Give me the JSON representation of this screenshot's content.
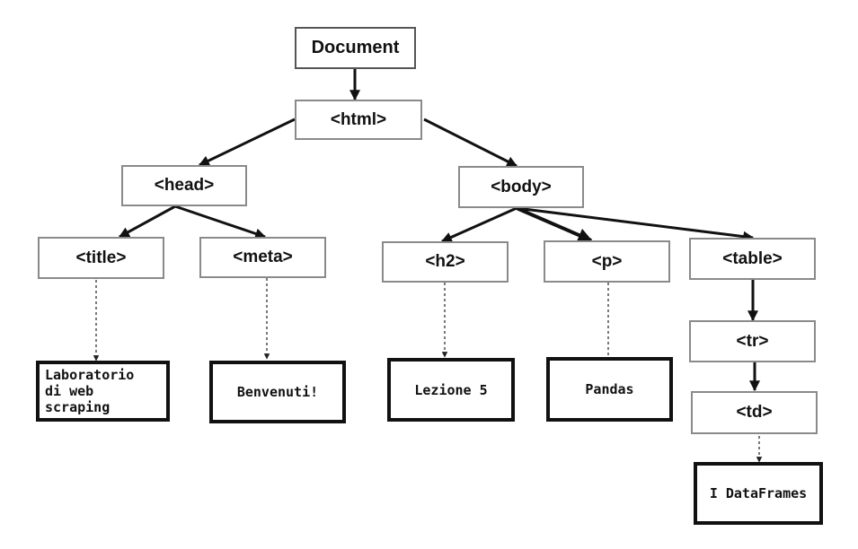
{
  "nodes": {
    "document": "Document",
    "html": "<html>",
    "head": "<head>",
    "body": "<body>",
    "title": "<title>",
    "meta": "<meta>",
    "h2": "<h2>",
    "p": "<p>",
    "table": "<table>",
    "tr": "<tr>",
    "td": "<td>"
  },
  "leaves": {
    "title_text": [
      "Laboratorio",
      "di web",
      "scraping"
    ],
    "meta_text": "Benvenuti!",
    "h2_text": "Lezione 5",
    "p_text": "Pandas",
    "td_text": "I DataFrames"
  }
}
